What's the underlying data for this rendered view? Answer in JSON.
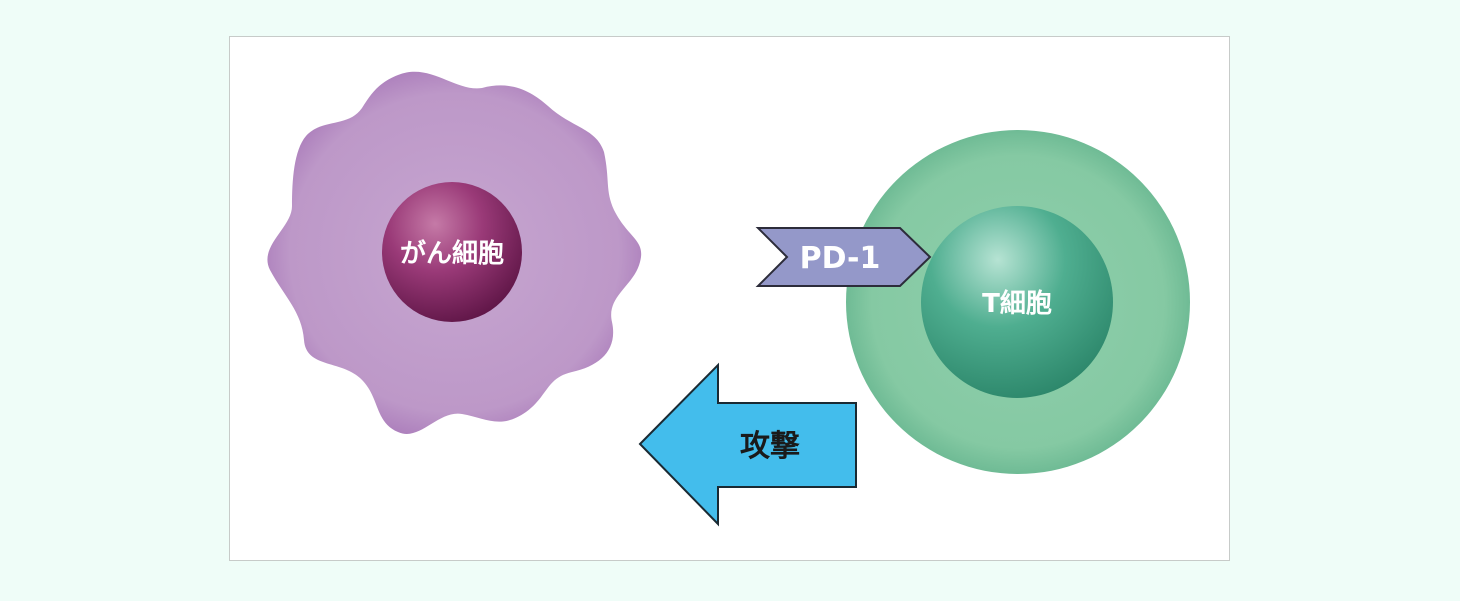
{
  "diagram": {
    "cancer_cell": {
      "label": "がん細胞",
      "body_color": "#bd98c8",
      "nucleus_color": "#8c2f6b"
    },
    "t_cell": {
      "label": "T細胞",
      "body_color": "#85c9a3",
      "nucleus_color": "#3d9d80"
    },
    "pd1": {
      "label": "PD-1",
      "color": "#9498c9"
    },
    "attack_arrow": {
      "label": "攻撃",
      "color": "#43bdec"
    }
  }
}
